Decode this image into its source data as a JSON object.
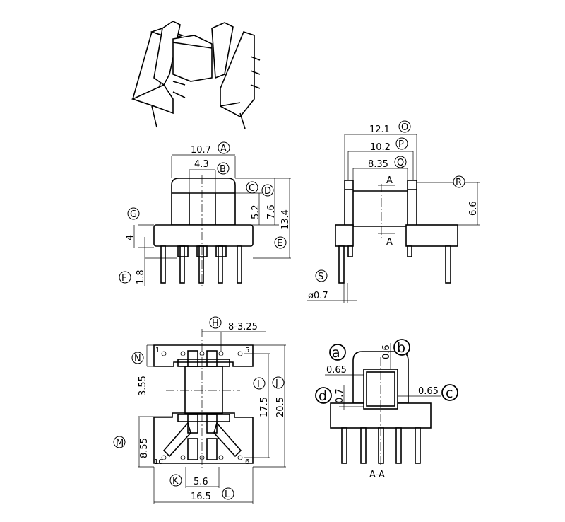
{
  "front_view": {
    "dims": {
      "a": "10.7",
      "b": "4.3",
      "d1": "5.2",
      "d2": "7.6",
      "e": "13.4",
      "g": "4",
      "f": "1.8"
    },
    "markers": {
      "a": "A",
      "b": "B",
      "c": "C",
      "d": "D",
      "e": "E",
      "f": "F",
      "g": "G"
    }
  },
  "side_view": {
    "dims": {
      "o": "12.1",
      "p": "10.2",
      "q": "8.35",
      "r": "6.6",
      "s": "ø0.7"
    },
    "markers": {
      "o": "O",
      "p": "P",
      "q": "Q",
      "r": "R",
      "s": "S"
    },
    "section_label": "A"
  },
  "bottom_view": {
    "dims": {
      "h": "8-3.25",
      "n": "3.55",
      "i": "17.5",
      "j": "20.5",
      "m": "8.55",
      "k": "5.6",
      "l": "16.5"
    },
    "markers": {
      "h": "H",
      "n": "N",
      "i": "I",
      "j": "J",
      "m": "M",
      "k": "K",
      "l": "L"
    },
    "pins": {
      "p1": "1",
      "p5": "5",
      "p10": "10",
      "p6": "6"
    }
  },
  "section_view": {
    "dims": {
      "a": "0.65",
      "b": "0.6",
      "c": "0.65",
      "d": "0.7"
    },
    "markers": {
      "a": "a",
      "b": "b",
      "c": "c",
      "d": "d"
    },
    "title": "A-A"
  }
}
